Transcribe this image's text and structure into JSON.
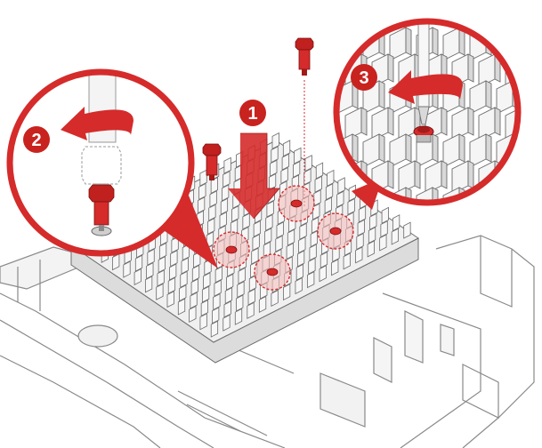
{
  "figure": {
    "type": "hardware-installation-diagram",
    "colors": {
      "accent_red": "#d52b2b",
      "step_badge_red": "#c8231f",
      "line_gray": "#6e6e6e",
      "fill_light_gray": "#ececec",
      "highlight_pink": "#f3bcbc"
    },
    "steps": [
      {
        "label": "1",
        "icon": "down-arrow-icon"
      },
      {
        "label": "2",
        "icon": "counterclockwise-arrow-icon"
      },
      {
        "label": "3",
        "icon": "counterclockwise-arrow-icon"
      }
    ],
    "callouts": [
      {
        "label": "2",
        "shows": "standoff-removal-detail"
      },
      {
        "label": "3",
        "shows": "screwdriver-screw-detail"
      }
    ],
    "highlighted_screws": 4
  }
}
